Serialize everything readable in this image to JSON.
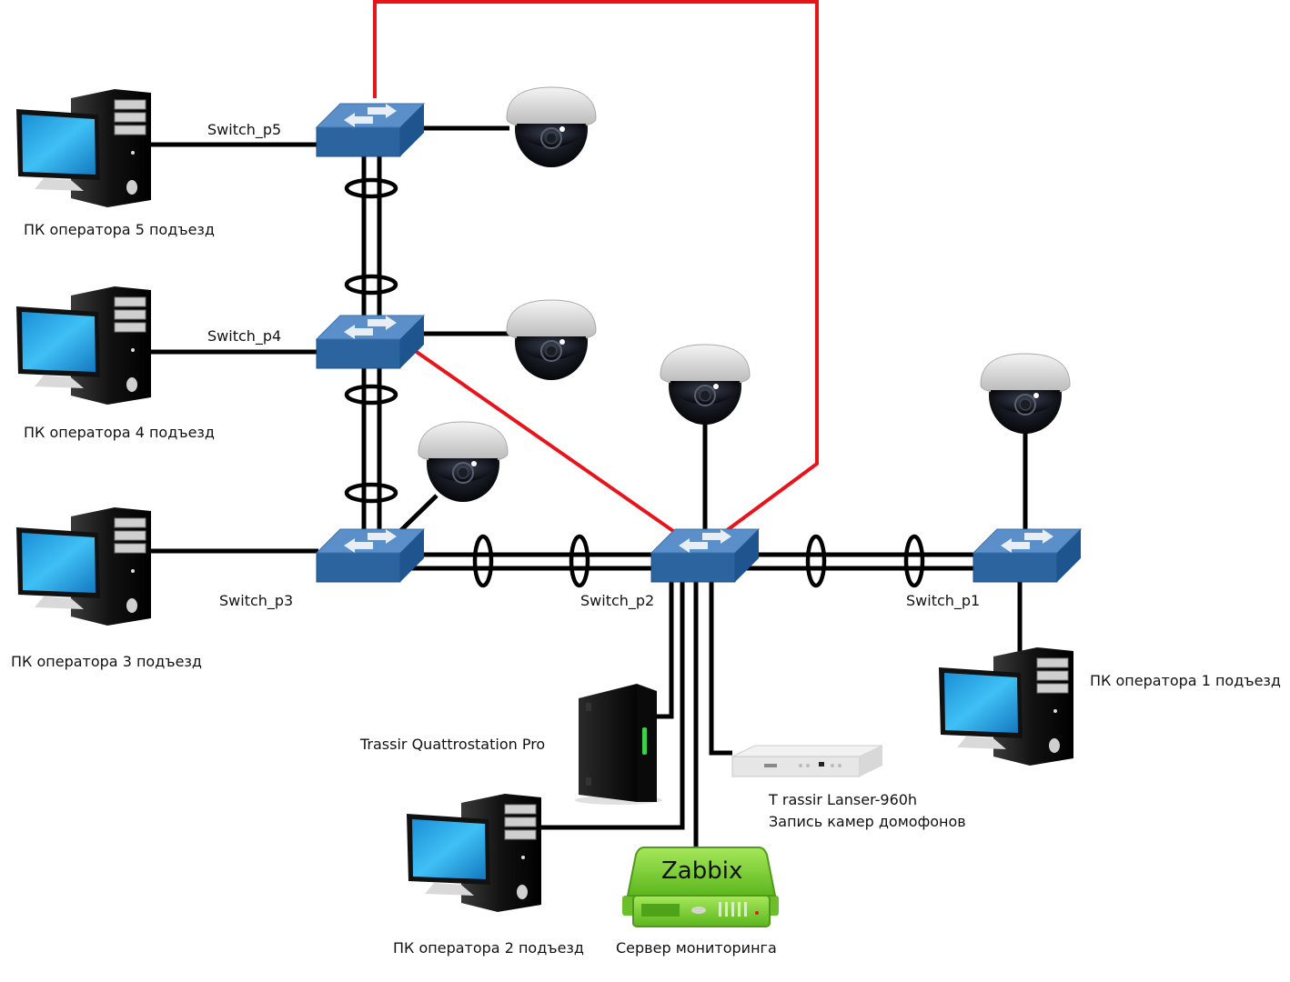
{
  "diagram": {
    "switches": [
      {
        "id": "p5",
        "label": "Switch_p5"
      },
      {
        "id": "p4",
        "label": "Switch_p4"
      },
      {
        "id": "p3",
        "label": "Switch_p3"
      },
      {
        "id": "p2",
        "label": "Switch_p2"
      },
      {
        "id": "p1",
        "label": "Switch_p1"
      }
    ],
    "operator_pcs": [
      {
        "id": "pc5",
        "label": "ПК оператора 5 подъезд"
      },
      {
        "id": "pc4",
        "label": "ПК оператора 4 подъезд"
      },
      {
        "id": "pc3",
        "label": "ПК оператора 3 подъезд"
      },
      {
        "id": "pc2",
        "label": "ПК оператора 2 подъезд"
      },
      {
        "id": "pc1",
        "label": "ПК оператора 1 подъезд"
      }
    ],
    "servers": {
      "quattrostation": {
        "label": "Trassir Quattrostation Pro"
      },
      "lanser": {
        "label_line1": "T    rassir Lanser-960h",
        "label_line2": "Запись камер домофонов"
      },
      "zabbix": {
        "badge": "Zabbix",
        "label": "Сервер мониторинга"
      }
    },
    "cameras": [
      "camera-p5",
      "camera-p4",
      "camera-p3",
      "camera-p2",
      "camera-p1"
    ],
    "colors": {
      "switch_top": "#5b8fc9",
      "switch_front": "#2c64a0",
      "loop_link": "#e8141c",
      "zabbix_green": "#7ccf3a"
    }
  }
}
